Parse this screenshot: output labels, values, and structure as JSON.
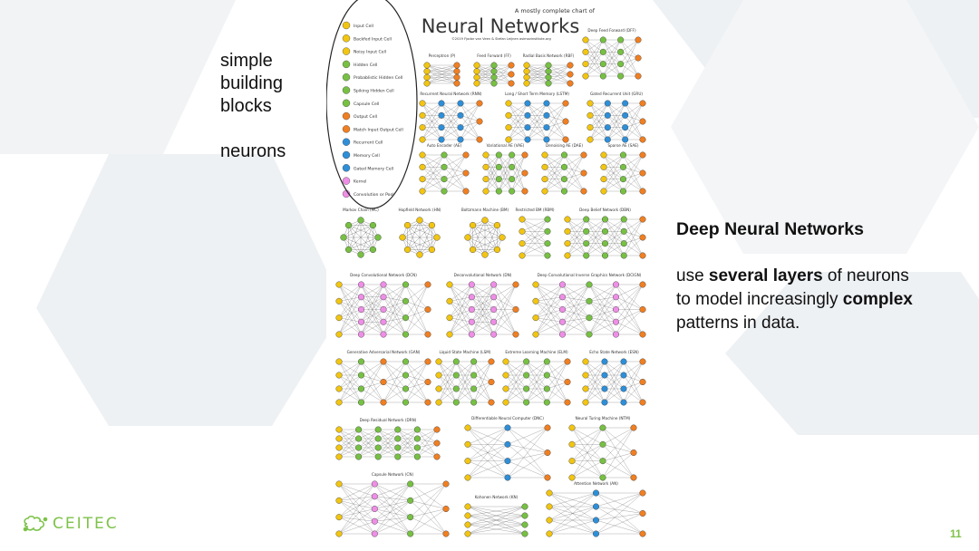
{
  "slide": {
    "left_lines": [
      "simple",
      "building",
      "blocks",
      "neurons"
    ],
    "right_title": "Deep Neural Networks",
    "right_body": [
      {
        "t": "use ",
        "b": false
      },
      {
        "t": "several layers",
        "b": true
      },
      {
        "t": " of neurons",
        "b": false
      },
      {
        "t": "to model increasingly ",
        "b": false
      },
      {
        "t": "complex",
        "b": true
      },
      {
        "t": "patterns in data.",
        "b": false
      }
    ],
    "page_number": "11",
    "logo_text": "CEITEC"
  },
  "colors": {
    "input": "#f2c511",
    "hidden": "#77c043",
    "output": "#f07f22",
    "recurrent": "#2e8fd8",
    "kernel": "#ee8ee6",
    "brand": "#7dc24a",
    "bg_hex": "#eef1f4"
  },
  "chart_image": {
    "subtitle": "A mostly complete chart of",
    "title": "Neural Networks",
    "credit": "©2019 Fjodor van Veen & Stefan Leijnen   asimovinstitute.org",
    "legend": [
      {
        "label": "Input Cell",
        "color": "#f2c511"
      },
      {
        "label": "Backfed Input Cell",
        "color": "#f2c511"
      },
      {
        "label": "Noisy Input Cell",
        "color": "#f2c511"
      },
      {
        "label": "Hidden Cell",
        "color": "#77c043"
      },
      {
        "label": "Probablistic Hidden Cell",
        "color": "#77c043"
      },
      {
        "label": "Spiking Hidden Cell",
        "color": "#77c043"
      },
      {
        "label": "Capsule Cell",
        "color": "#77c043"
      },
      {
        "label": "Output Cell",
        "color": "#f07f22"
      },
      {
        "label": "Match Input Output Cell",
        "color": "#f07f22"
      },
      {
        "label": "Recurrent Cell",
        "color": "#2e8fd8"
      },
      {
        "label": "Memory Cell",
        "color": "#2e8fd8"
      },
      {
        "label": "Gated Memory Cell",
        "color": "#2e8fd8"
      },
      {
        "label": "Kernel",
        "color": "#ee8ee6"
      },
      {
        "label": "Convolution or Pool",
        "color": "#ee8ee6"
      }
    ],
    "networks": [
      {
        "label": "Deep Feed Forward (DFF)",
        "layers": [
          "i",
          "h",
          "h",
          "o"
        ]
      },
      {
        "label": "Perceptron (P)",
        "layers": [
          "i",
          "o"
        ]
      },
      {
        "label": "Feed Forward (FF)",
        "layers": [
          "i",
          "h",
          "o"
        ]
      },
      {
        "label": "Radial Basis Network (RBF)",
        "layers": [
          "i",
          "h",
          "o"
        ]
      },
      {
        "label": "Recurrent Neural Network (RNN)",
        "layers": [
          "i",
          "r",
          "r",
          "o"
        ]
      },
      {
        "label": "Long / Short Term Memory (LSTM)",
        "layers": [
          "i",
          "r",
          "r",
          "o"
        ]
      },
      {
        "label": "Gated Recurrent Unit (GRU)",
        "layers": [
          "i",
          "r",
          "r",
          "o"
        ]
      },
      {
        "label": "Auto Encoder (AE)",
        "layers": [
          "i",
          "h",
          "o"
        ]
      },
      {
        "label": "Variational AE (VAE)",
        "layers": [
          "i",
          "h",
          "h",
          "o"
        ]
      },
      {
        "label": "Denoising AE (DAE)",
        "layers": [
          "i",
          "h",
          "o"
        ]
      },
      {
        "label": "Sparse AE (SAE)",
        "layers": [
          "i",
          "h",
          "o"
        ]
      },
      {
        "label": "Markov Chain (MC)",
        "layers": [
          "ring"
        ]
      },
      {
        "label": "Hopfield Network (HN)",
        "layers": [
          "ring"
        ]
      },
      {
        "label": "Boltzmann Machine (BM)",
        "layers": [
          "ring"
        ]
      },
      {
        "label": "Restricted BM (RBM)",
        "layers": [
          "i",
          "h"
        ]
      },
      {
        "label": "Deep Belief Network (DBN)",
        "layers": [
          "i",
          "h",
          "h",
          "h",
          "o"
        ]
      },
      {
        "label": "Deep Convolutional Network (DCN)",
        "layers": [
          "i",
          "k",
          "k",
          "h",
          "o"
        ]
      },
      {
        "label": "Deconvolutional Network (DN)",
        "layers": [
          "i",
          "k",
          "k",
          "o"
        ]
      },
      {
        "label": "Deep Convolutional Inverse Graphics Network (DCIGN)",
        "layers": [
          "i",
          "k",
          "h",
          "k",
          "o"
        ]
      },
      {
        "label": "Generative Adversarial Network (GAN)",
        "layers": [
          "i",
          "h",
          "o",
          "h",
          "o"
        ]
      },
      {
        "label": "Liquid State Machine (LSM)",
        "layers": [
          "i",
          "h",
          "h",
          "o"
        ]
      },
      {
        "label": "Extreme Learning Machine (ELM)",
        "layers": [
          "i",
          "h",
          "h",
          "o"
        ]
      },
      {
        "label": "Echo State Network (ESN)",
        "layers": [
          "i",
          "r",
          "r",
          "o"
        ]
      },
      {
        "label": "Deep Residual Network (DRN)",
        "layers": [
          "i",
          "h",
          "h",
          "h",
          "h",
          "o"
        ]
      },
      {
        "label": "Differentiable Neural Computer (DNC)",
        "layers": [
          "i",
          "r",
          "o"
        ]
      },
      {
        "label": "Neural Turing Machine (NTM)",
        "layers": [
          "i",
          "h",
          "o"
        ]
      },
      {
        "label": "Capsule Network (CN)",
        "layers": [
          "i",
          "k",
          "h",
          "o"
        ]
      },
      {
        "label": "Kohonen Network (KN)",
        "layers": [
          "i",
          "h"
        ]
      },
      {
        "label": "Attention Network (AN)",
        "layers": [
          "i",
          "r",
          "o"
        ]
      }
    ]
  }
}
